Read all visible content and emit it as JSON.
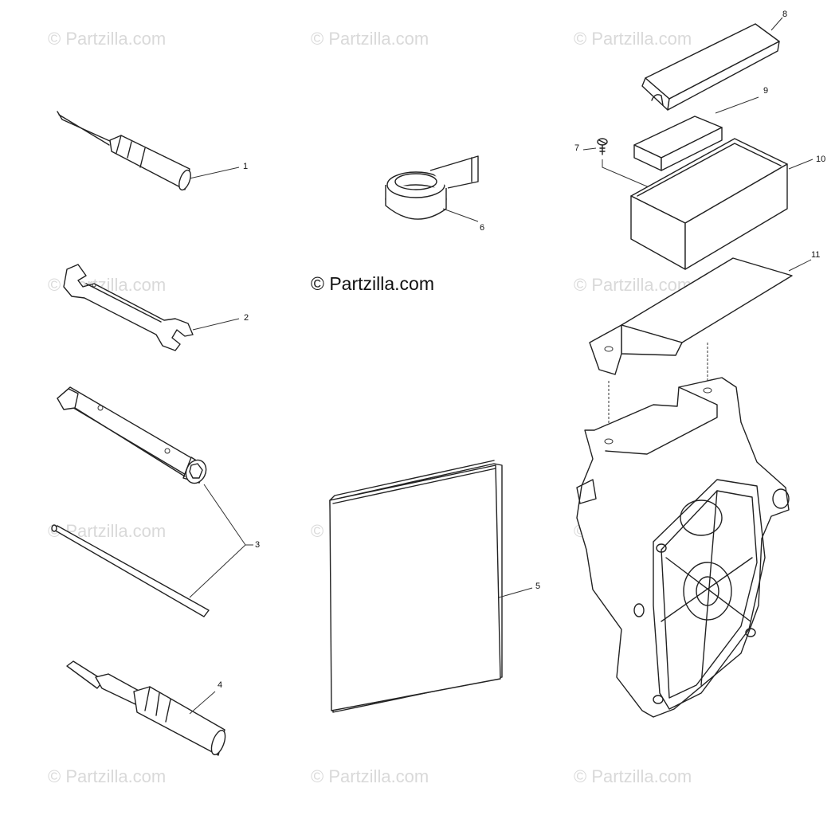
{
  "watermark_text": "© Partzilla.com",
  "copyright_text": "© Partzilla.com",
  "callouts": {
    "c1": "1",
    "c2": "2",
    "c3": "3",
    "c4": "4",
    "c5": "5",
    "c6": "6",
    "c7": "7",
    "c8": "8",
    "c9": "9",
    "c10": "10",
    "c11": "11"
  }
}
